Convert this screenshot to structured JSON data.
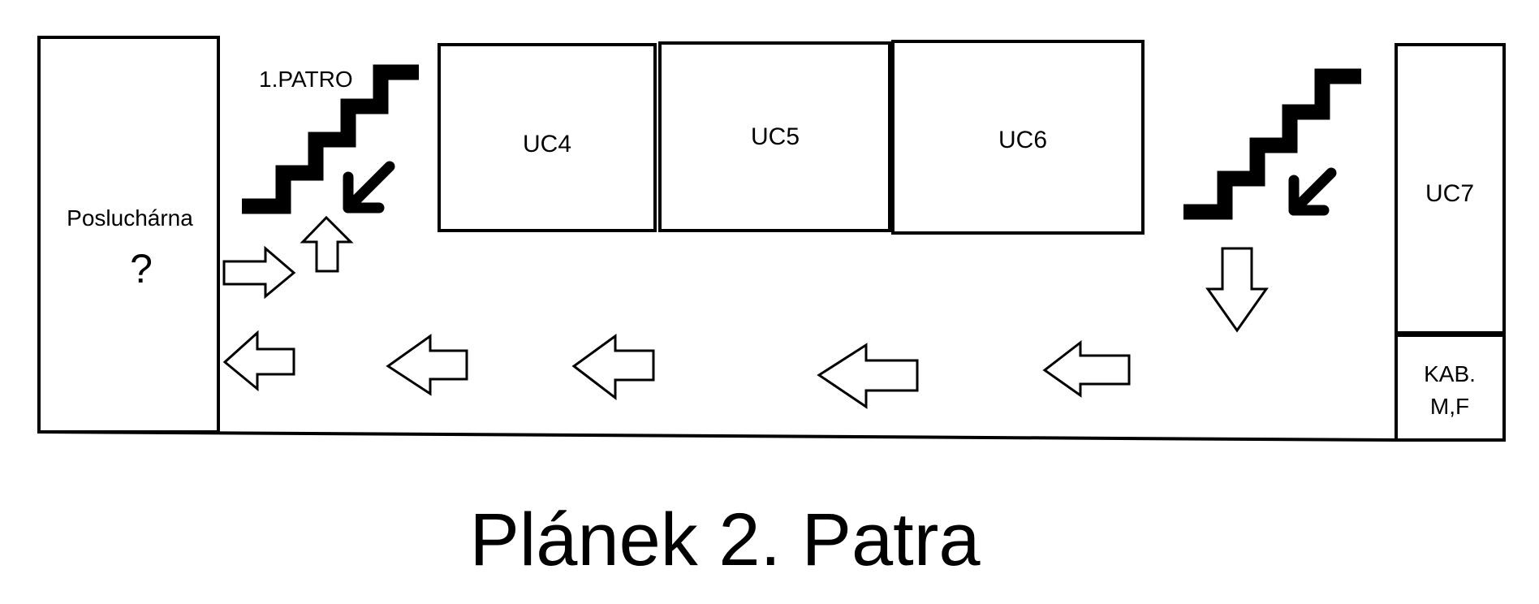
{
  "title": "Plánek 2. Patra",
  "stairs_label": "1.PATRO",
  "rooms": {
    "posluchárna": {
      "name": "Posluchárna",
      "note": "?"
    },
    "uc4": {
      "name": "UC4"
    },
    "uc5": {
      "name": "UC5"
    },
    "uc6": {
      "name": "UC6"
    },
    "uc7": {
      "name": "UC7"
    },
    "kab": {
      "line1": "KAB.",
      "line2": "M,F"
    }
  }
}
